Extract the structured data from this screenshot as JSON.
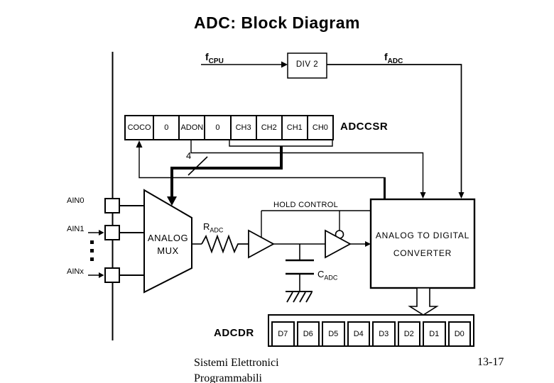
{
  "title": "ADC: Block Diagram",
  "clock": {
    "fcpu_base": "f",
    "fcpu_sub": "CPU",
    "divider": "DIV 2",
    "fadc_base": "f",
    "fadc_sub": "ADC"
  },
  "adccsr": {
    "name": "ADCCSR",
    "bits": [
      "COCO",
      "0",
      "ADON",
      "0",
      "CH3",
      "CH2",
      "CH1",
      "CH0"
    ],
    "bus_width": "4"
  },
  "analog_inputs": {
    "ain0": "AIN0",
    "ain1": "AIN1",
    "ainx": "AINx"
  },
  "mux": {
    "line1": "ANALOG",
    "line2": "MUX"
  },
  "sampling": {
    "r_base": "R",
    "r_sub": "ADC",
    "c_base": "C",
    "c_sub": "ADC",
    "hold_control": "HOLD CONTROL"
  },
  "converter": {
    "line1": "ANALOG TO DIGITAL",
    "line2": "CONVERTER"
  },
  "adcdr": {
    "name": "ADCDR",
    "bits": [
      "D7",
      "D6",
      "D5",
      "D4",
      "D3",
      "D2",
      "D1",
      "D0"
    ]
  },
  "footer": {
    "course_line1": "Sistemi Elettronici",
    "course_line2": "Programmabili",
    "page_number": "13-17"
  },
  "colors": {
    "ink": "#000000",
    "background": "#ffffff"
  }
}
